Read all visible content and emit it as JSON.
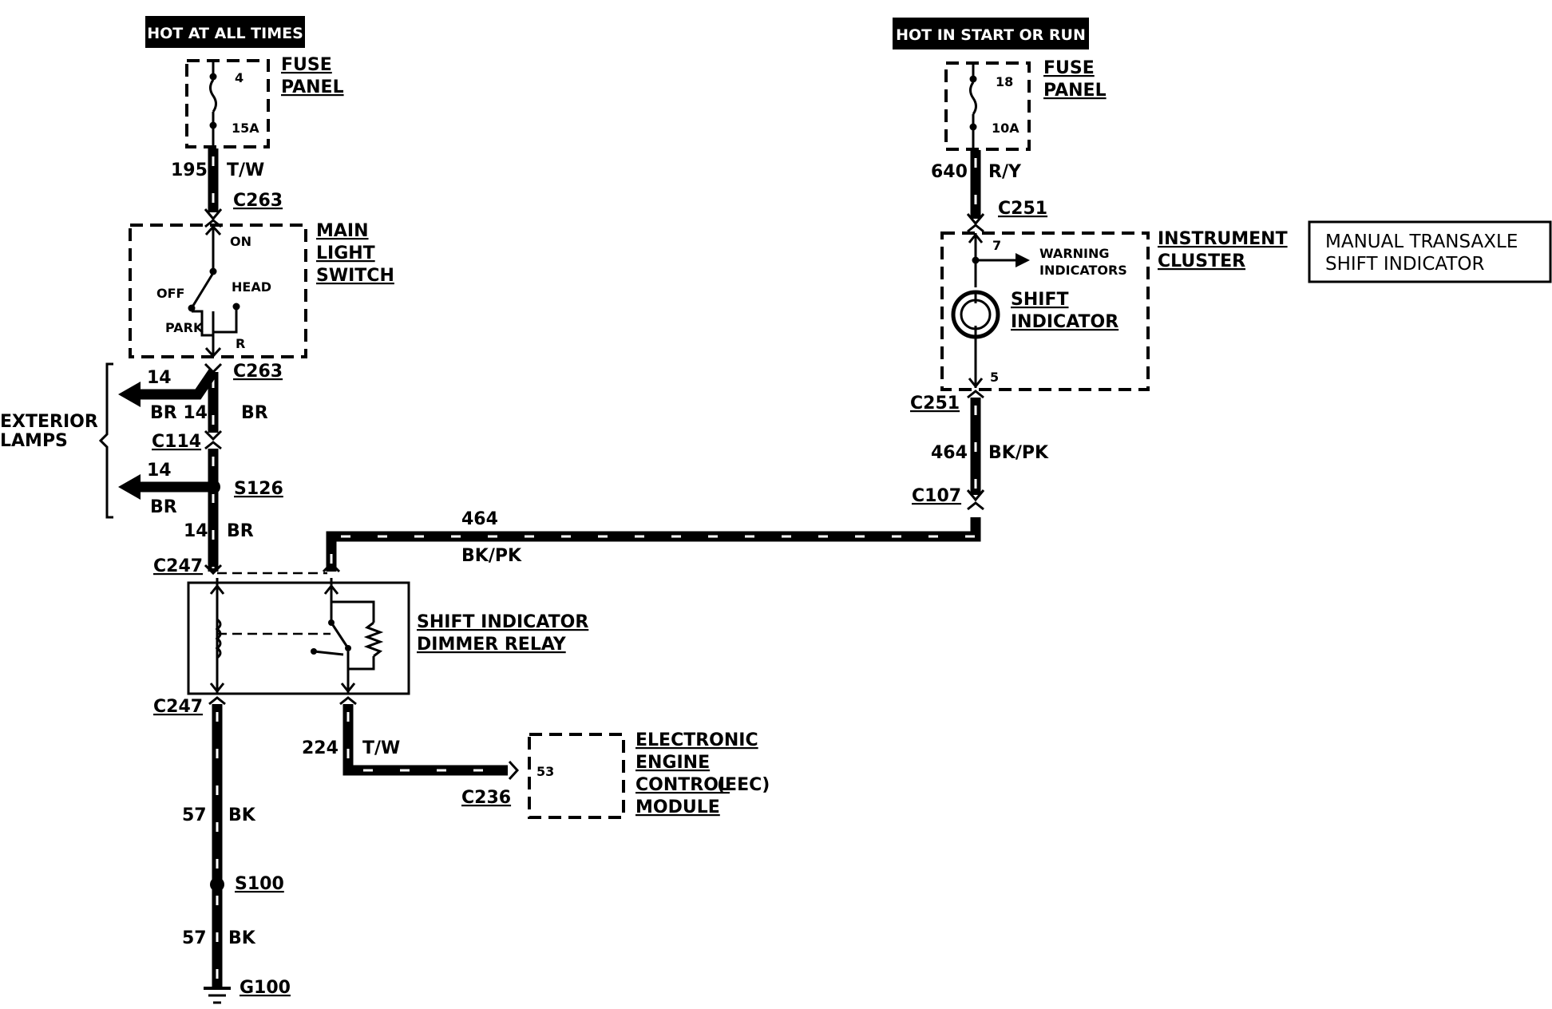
{
  "sources": {
    "left_title": "HOT AT ALL TIMES",
    "right_title": "HOT IN START OR RUN"
  },
  "fuse_left": {
    "label1": "FUSE",
    "label2": "PANEL",
    "number": "4",
    "rating": "15A"
  },
  "fuse_right": {
    "label1": "FUSE",
    "label2": "PANEL",
    "number": "18",
    "rating": "10A"
  },
  "wires": {
    "w195": {
      "circuit": "195",
      "color": "T/W"
    },
    "w640": {
      "circuit": "640",
      "color": "R/Y"
    },
    "w14_top": {
      "circuit": "14",
      "color": "BR 14",
      "color2": "BR"
    },
    "w14_mid": {
      "circuit": "14",
      "color": "BR"
    },
    "w14_s126": {
      "circuit": "14",
      "color": "BR"
    },
    "w464_right": {
      "circuit": "464",
      "color": "BK/PK"
    },
    "w464_horiz": {
      "circuit": "464",
      "color": "BK/PK"
    },
    "w224": {
      "circuit": "224",
      "color": "T/W"
    },
    "w57_top": {
      "circuit": "57",
      "color": "BK"
    },
    "w57_bot": {
      "circuit": "57",
      "color": "BK"
    }
  },
  "connectors": {
    "c263_top": "C263",
    "c263_bot": "C263",
    "c114": "C114",
    "s126": "S126",
    "c247_top": "C247",
    "c247_bot": "C247",
    "c236": "C236",
    "s100": "S100",
    "g100": "G100",
    "c251_top": "C251",
    "c251_bot": "C251",
    "c107": "C107"
  },
  "main_light_switch": {
    "label1": "MAIN",
    "label2": "LIGHT",
    "label3": "SWITCH",
    "pos_on": "ON",
    "pos_off": "OFF",
    "pos_head": "HEAD",
    "pos_park": "PARK",
    "pos_r": "R"
  },
  "exterior_lamps": {
    "label1": "EXTERIOR",
    "label2": "LAMPS"
  },
  "instrument_cluster": {
    "label1": "INSTRUMENT",
    "label2": "CLUSTER",
    "pin_top": "7",
    "pin_bottom": "5",
    "warning1": "WARNING",
    "warning2": "INDICATORS",
    "shift1": "SHIFT",
    "shift2": "INDICATOR"
  },
  "relay": {
    "label1": "SHIFT INDICATOR",
    "label2": "DIMMER RELAY"
  },
  "eec": {
    "label1": "ELECTRONIC",
    "label2": "ENGINE",
    "label3": "CONTROL",
    "label3b": "(EEC)",
    "label4": "MODULE",
    "pin": "53"
  },
  "caption": {
    "line1": "MANUAL TRANSAXLE",
    "line2": "SHIFT INDICATOR"
  }
}
